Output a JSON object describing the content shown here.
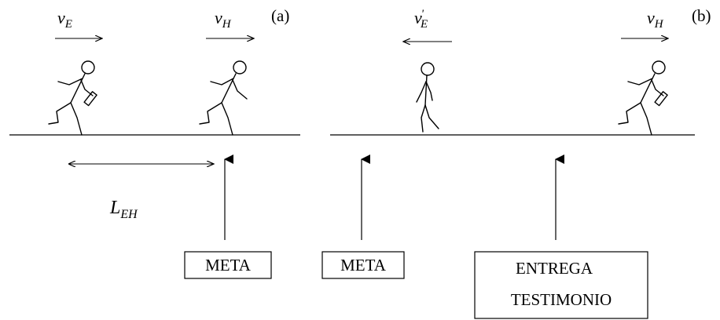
{
  "panel_a": {
    "label": "(a)",
    "vel_E": {
      "v": "v",
      "sub": "E"
    },
    "vel_H": {
      "v": "v",
      "sub": "H"
    },
    "distance": {
      "L": "L",
      "sub": "EH"
    },
    "goal_box": "META"
  },
  "panel_b": {
    "label": "(b)",
    "vel_E_prime": {
      "v": "v",
      "prime": "'",
      "sub": "E"
    },
    "vel_H": {
      "v": "v",
      "sub": "H"
    },
    "goal_box": "META",
    "handoff_box": {
      "line1": "ENTREGA",
      "line2": "TESTIMONIO"
    }
  },
  "colors": {
    "ink": "#000000",
    "background": "#ffffff"
  }
}
